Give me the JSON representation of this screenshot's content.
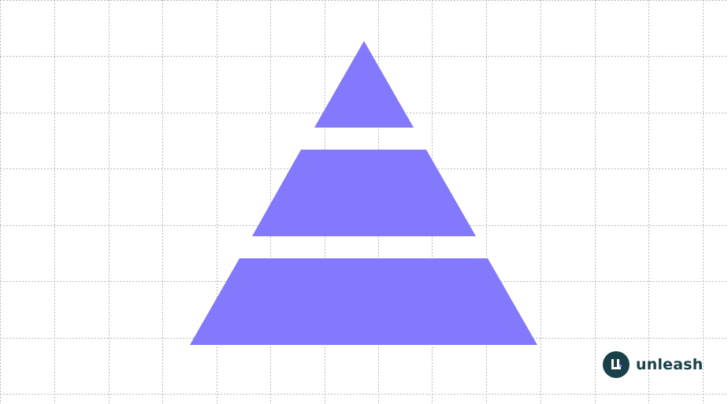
{
  "colors": {
    "background": "#ffffff",
    "grid": "#b8b8b8",
    "pyramid_fill": "#8279fd",
    "logo_dark": "#1a4049",
    "logo_accent": "#8279fd"
  },
  "pyramid": {
    "tiers": [
      {
        "name": "top-tier",
        "label": ""
      },
      {
        "name": "middle-tier",
        "label": ""
      },
      {
        "name": "bottom-tier",
        "label": ""
      }
    ]
  },
  "logo": {
    "wordmark": "unleash",
    "icon": "unleash-logo-icon"
  }
}
